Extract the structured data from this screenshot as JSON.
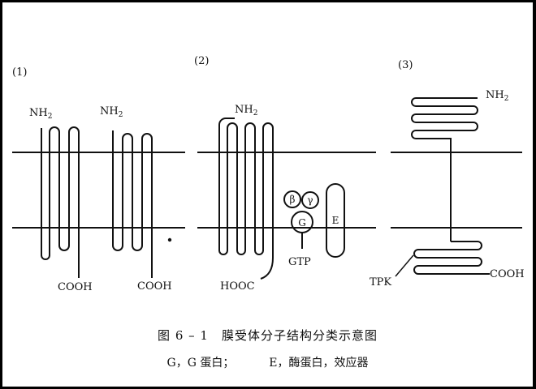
{
  "panels": [
    {
      "label": "(1)",
      "nh2_labels": [
        {
          "base": "NH",
          "sub": "2"
        },
        {
          "base": "NH",
          "sub": "2"
        }
      ],
      "cooh_labels": [
        "COOH",
        "COOH"
      ]
    },
    {
      "label": "(2)",
      "nh2_label": {
        "base": "NH",
        "sub": "2"
      },
      "hooc_label": "HOOC",
      "gtp_label": "GTP",
      "subunits": {
        "beta": "β",
        "gamma": "γ",
        "g": "G"
      },
      "effector": "E"
    },
    {
      "label": "(3)",
      "nh2_label": {
        "base": "NH",
        "sub": "2"
      },
      "tpk_label": "TPK",
      "cooh_label": "COOH"
    }
  ],
  "caption": "图 6 – 1　膜受体分子结构分类示意图",
  "legend": {
    "part1": "G，G 蛋白；",
    "part2": "E，酶蛋白，效应器"
  },
  "colors": {
    "background": "#000000",
    "paper": "#ffffff",
    "ink": "#111111"
  }
}
